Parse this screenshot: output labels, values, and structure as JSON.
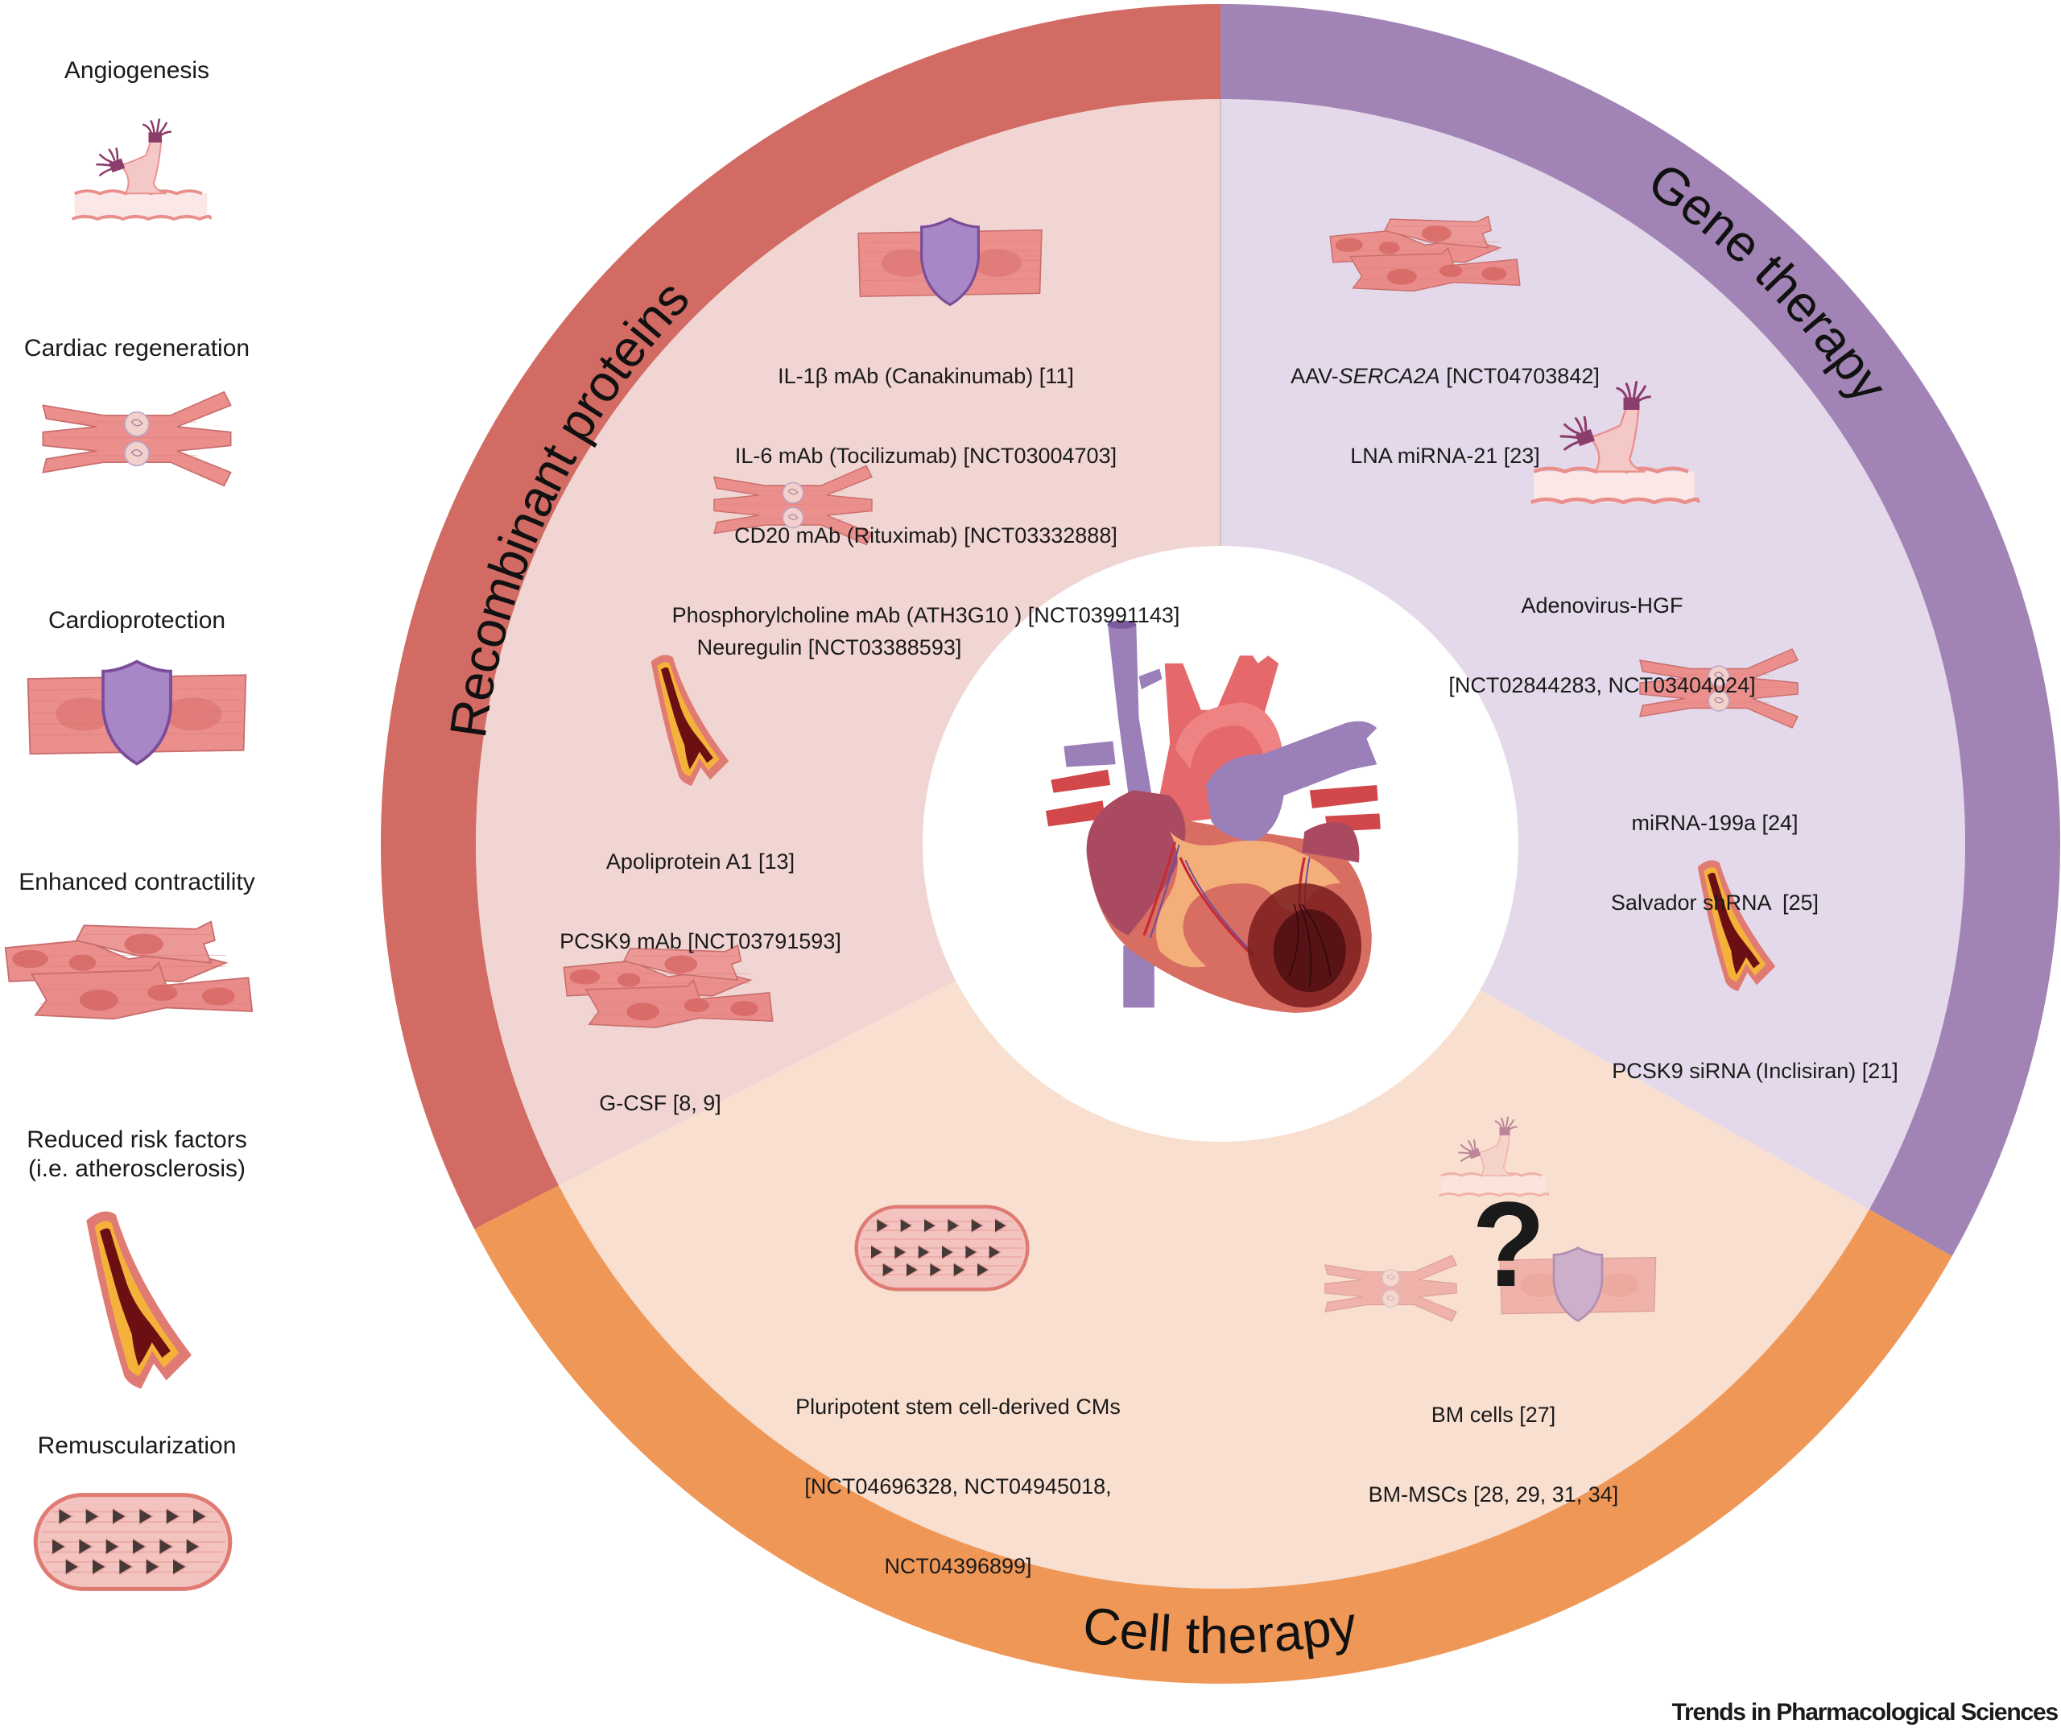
{
  "legend": {
    "items": [
      {
        "label": "Angiogenesis",
        "icon": "angiogenesis-icon"
      },
      {
        "label": "Cardiac regeneration",
        "icon": "dividing-cardiomyocyte-icon"
      },
      {
        "label": "Cardioprotection",
        "icon": "shielded-cardiomyocyte-icon"
      },
      {
        "label": "Enhanced contractility",
        "icon": "cardiomyocyte-cluster-icon"
      },
      {
        "label": "Reduced risk factors\n(i.e. atherosclerosis)",
        "icon": "atherosclerotic-artery-icon"
      },
      {
        "label": "Remuscularization",
        "icon": "engineered-muscle-patch-icon"
      }
    ]
  },
  "sectors": {
    "recombinant": {
      "title": "Recombinant proteins",
      "colors": {
        "ring": "#D16B63",
        "fill": "#F0D5D2"
      },
      "groups": [
        {
          "icon": "shielded-cardiomyocyte-icon",
          "lines": [
            "IL-1β mAb (Canakinumab) [11]",
            "IL-6 mAb (Tocilizumab) [NCT03004703]",
            "CD20 mAb (Rituximab) [NCT03332888]",
            "Phosphorylcholine mAb (ATH3G10 ) [NCT03991143]"
          ]
        },
        {
          "icon": "dividing-cardiomyocyte-icon",
          "lines": [
            "Neuregulin [NCT03388593]"
          ]
        },
        {
          "icon": "atherosclerotic-artery-icon",
          "lines": [
            "Apoliprotein A1 [13]",
            "PCSK9 mAb [NCT03791593]"
          ]
        },
        {
          "icon": "cardiomyocyte-cluster-icon",
          "lines": [
            "G-CSF [8, 9]"
          ]
        }
      ]
    },
    "gene": {
      "title": "Gene therapy",
      "colors": {
        "ring": "#A184B5",
        "fill": "#E4D9EA"
      },
      "groups": [
        {
          "icon": "cardiomyocyte-cluster-icon",
          "lines": [
            "AAV-",
            "SERCA2A",
            " [NCT04703842]",
            "LNA miRNA-21 [23]"
          ]
        },
        {
          "icon": "angiogenesis-icon",
          "lines": [
            "Adenovirus-HGF",
            "[NCT02844283, NCT03404024]"
          ]
        },
        {
          "icon": "dividing-cardiomyocyte-icon",
          "lines": [
            "miRNA-199a [24]",
            "Salvador shRNA  [25]"
          ]
        },
        {
          "icon": "atherosclerotic-artery-icon",
          "lines": [
            "PCSK9 siRNA (Inclisiran) [21]"
          ]
        }
      ]
    },
    "cell": {
      "title": "Cell therapy",
      "colors": {
        "ring": "#EF9757",
        "fill": "#F8DFD0"
      },
      "groups": [
        {
          "icon": "engineered-muscle-patch-icon",
          "lines": [
            "Pluripotent stem cell-derived CMs",
            "[NCT04696328, NCT04945018,",
            "NCT04396899]"
          ]
        },
        {
          "icon": "uncertain-mechanism-icon",
          "question_mark": "?",
          "lines": [
            "BM cells [27]",
            "BM-MSCs [28, 29, 31, 34]"
          ]
        }
      ]
    }
  },
  "center": {
    "icon": "infarcted-heart-icon"
  },
  "footer": {
    "journal": "Trends in Pharmacological Sciences"
  }
}
